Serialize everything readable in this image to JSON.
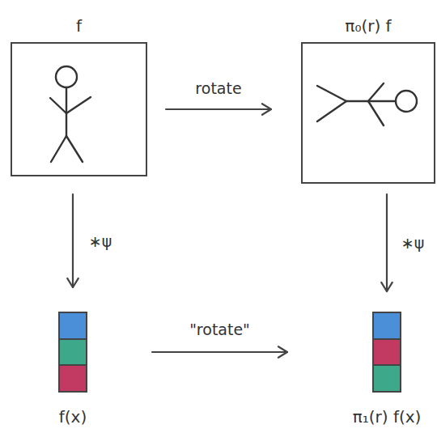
{
  "diagram": {
    "nodes": [
      {
        "text": [
          "f"
        ]
      },
      {
        "text": [
          "π₀(r) f"
        ]
      },
      {
        "text": [
          "f(x)"
        ]
      },
      {
        "text": [
          "π₁(r) f(x)"
        ]
      }
    ],
    "edges": [
      {
        "from": 0,
        "to": 1,
        "arrow": "to",
        "label": "rotate"
      },
      {
        "from": 0,
        "to": 2,
        "arrow": "to",
        "label": "∗ψ"
      },
      {
        "from": 1,
        "to": 3,
        "arrow": "to",
        "label": "∗ψ"
      },
      {
        "from": 2,
        "to": 3,
        "arrow": "to",
        "label": "\"rotate\""
      }
    ]
  }
}
